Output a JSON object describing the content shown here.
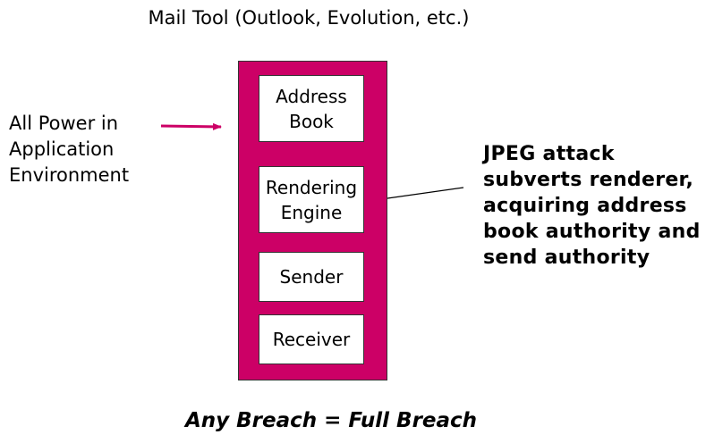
{
  "title": "Mail Tool (Outlook, Evolution, etc.)",
  "side_label": {
    "lines": [
      "All Power in",
      "Application",
      "Environment"
    ]
  },
  "components": {
    "address_book": [
      "Address",
      "Book"
    ],
    "rendering_engine": [
      "Rendering",
      "Engine"
    ],
    "sender": "Sender",
    "receiver": "Receiver"
  },
  "attack_note": {
    "lines": [
      "JPEG attack",
      "subverts renderer,",
      "acquiring address",
      "book authority and",
      "send authority"
    ]
  },
  "footer": "Any Breach = Full Breach",
  "colors": {
    "app_frame": "#cc0066",
    "power_arrow": "#cc0066",
    "component_bg": "#ffffff",
    "text": "#000000"
  }
}
